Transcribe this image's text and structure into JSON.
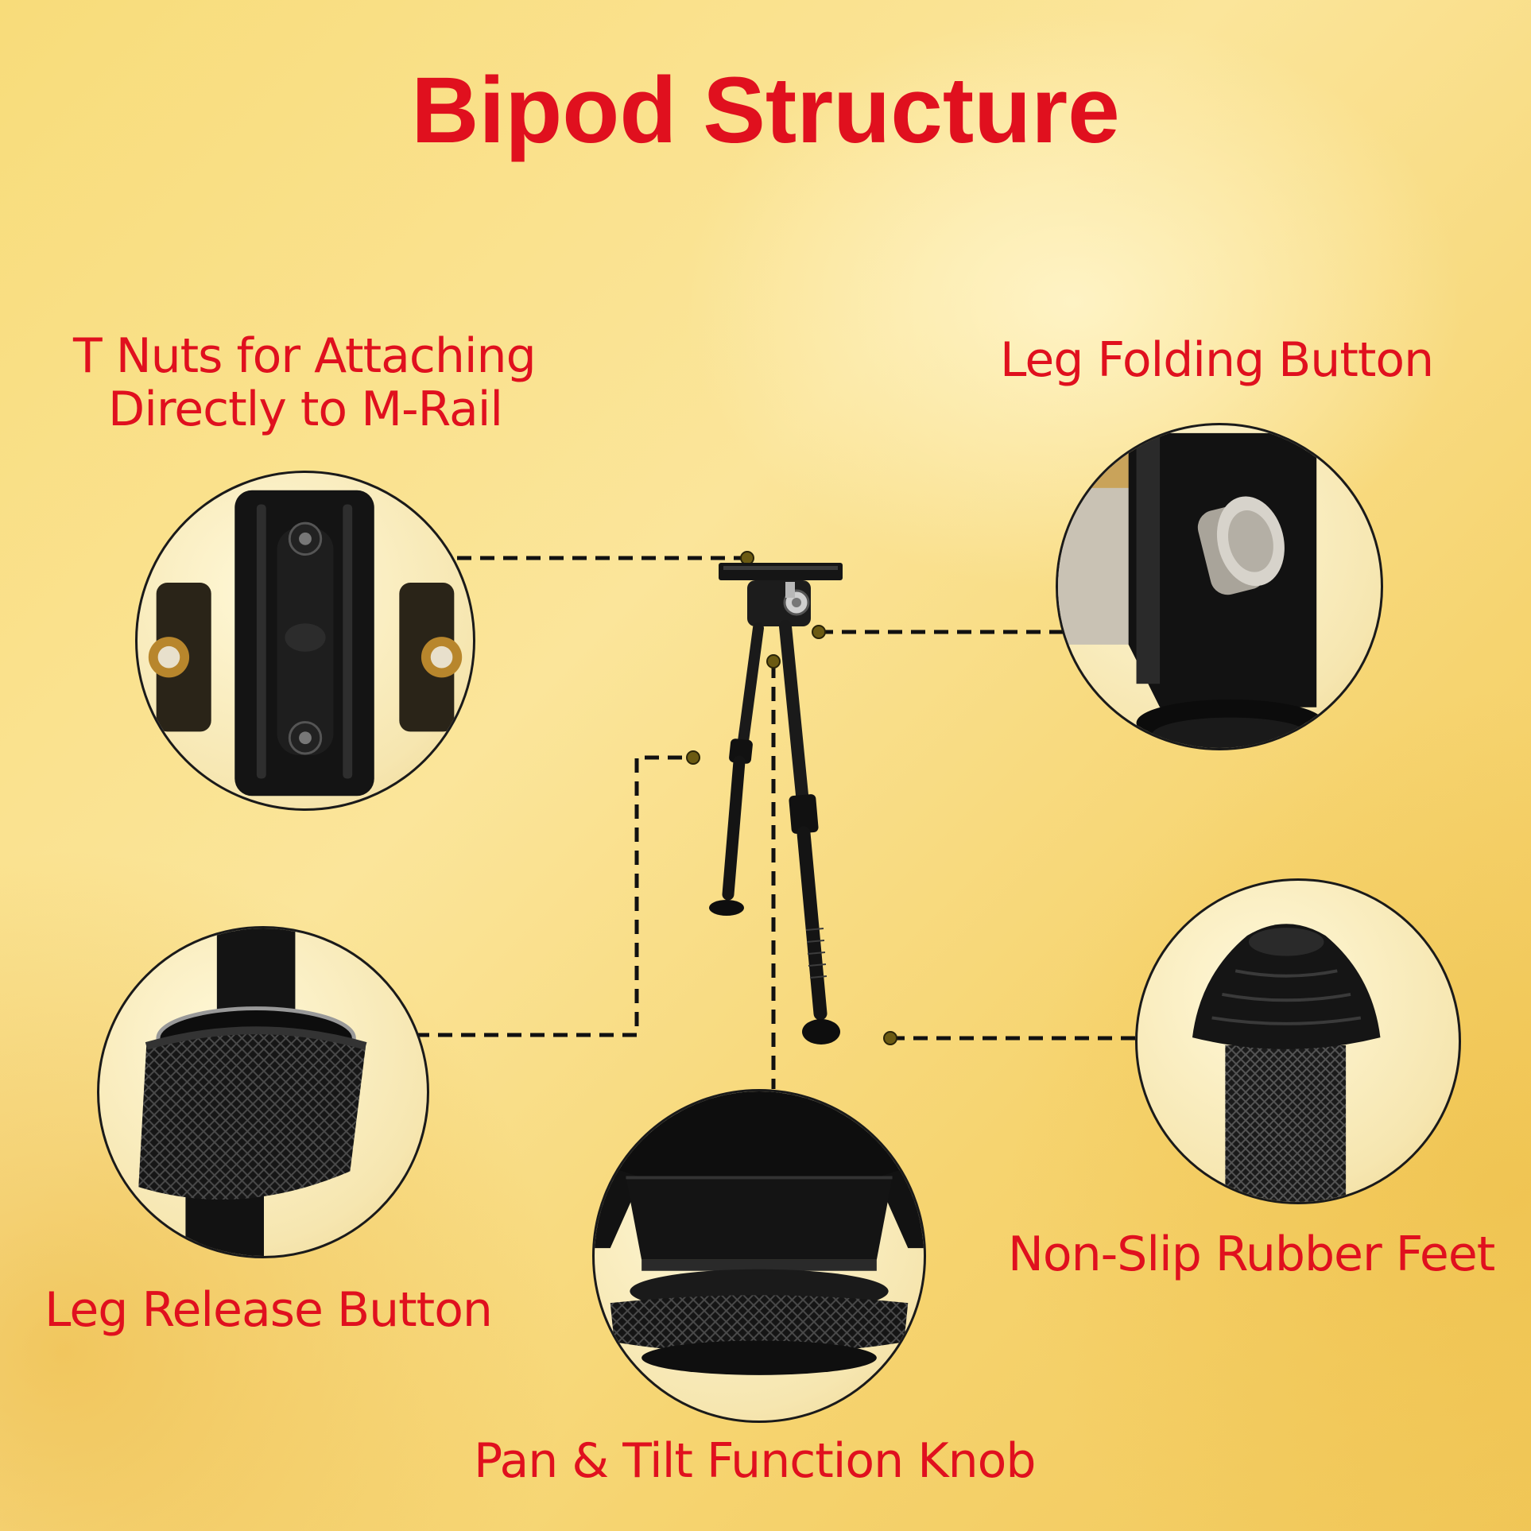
{
  "title": "Bipod Structure",
  "labels": {
    "t_nuts_line1": "T Nuts for Attaching",
    "t_nuts_line2": "Directly to M-Rail",
    "leg_folding": "Leg Folding Button",
    "leg_release": "Leg Release Button",
    "rubber_feet": "Non-Slip Rubber Feet",
    "pan_tilt": "Pan & Tilt Function Knob"
  },
  "colors": {
    "label_text": "#e0101e",
    "connector_line": "#111111",
    "connector_dot": "#5a4a10"
  },
  "icons": [
    "m-rail-mount-closeup",
    "leg-folding-button-closeup",
    "leg-release-knurled-collar-closeup",
    "rubber-foot-closeup",
    "pan-tilt-knob-closeup",
    "bipod-product"
  ]
}
